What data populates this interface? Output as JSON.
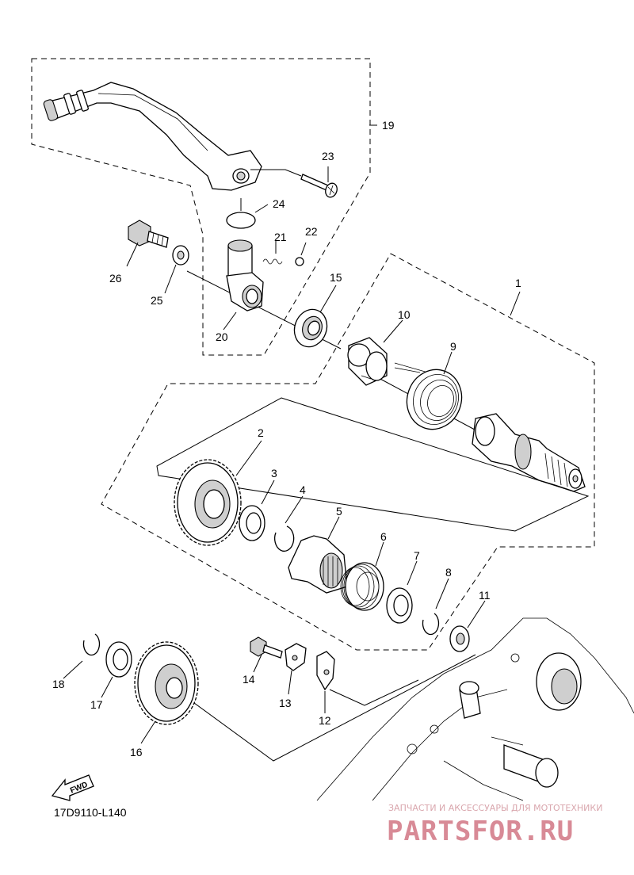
{
  "figure_code": "17D9110-L140",
  "fwd_label": "FWD",
  "watermark": {
    "line1": "ЗАПЧАСТИ И АКСЕССУАРЫ ДЛЯ МОТОТЕХНИКИ",
    "line2": "PARTSFOR.RU"
  },
  "callouts": [
    "1",
    "2",
    "3",
    "4",
    "5",
    "6",
    "7",
    "8",
    "9",
    "10",
    "11",
    "12",
    "13",
    "14",
    "15",
    "16",
    "17",
    "18",
    "19",
    "20",
    "21",
    "22",
    "23",
    "24",
    "25",
    "26"
  ]
}
